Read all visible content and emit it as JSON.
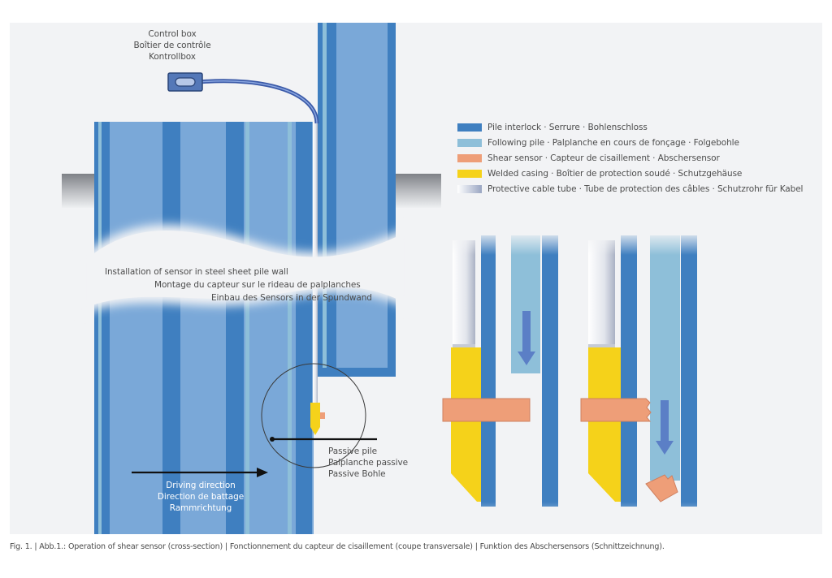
{
  "control_box": {
    "line1": "Control box",
    "line2": "Boîtier de contrôle",
    "line3": "Kontrollbox"
  },
  "installation": {
    "line1": "Installation of sensor in steel sheet pile wall",
    "line2": "Montage du capteur sur le rideau de palplanches",
    "line3": "Einbau des Sensors in der Spundwand"
  },
  "driving": {
    "line1": "Driving direction",
    "line2": "Direction de battage",
    "line3": "Rammrichtung"
  },
  "passive": {
    "line1": "Passive pile",
    "line2": "Palplanche passive",
    "line3": "Passive Bohle"
  },
  "legend": [
    {
      "label": "Pile interlock · Serrure · Bohlenschloss",
      "color": "#3f7fc0"
    },
    {
      "label": "Following pile · Palplanche en cours de fonçage · Folgebohle",
      "color": "#8ebfd9"
    },
    {
      "label": "Shear sensor · Capteur de cisaillement · Abschersensor",
      "color": "#ee9e78"
    },
    {
      "label": "Welded casing · Boîtier de protection soudé · Schutzgehäuse",
      "color": "#f5d21a"
    },
    {
      "label": "Protective cable tube · Tube de protection des câbles · Schutzrohr für Kabel",
      "color": "#dfe3ec"
    }
  ],
  "caption": "Fig. 1. | Abb.1.: Operation of shear sensor (cross-section) | Fonctionnement du capteur de cisaillement (coupe transversale) | Funktion des Abschersensors (Schnittzeichnung)."
}
